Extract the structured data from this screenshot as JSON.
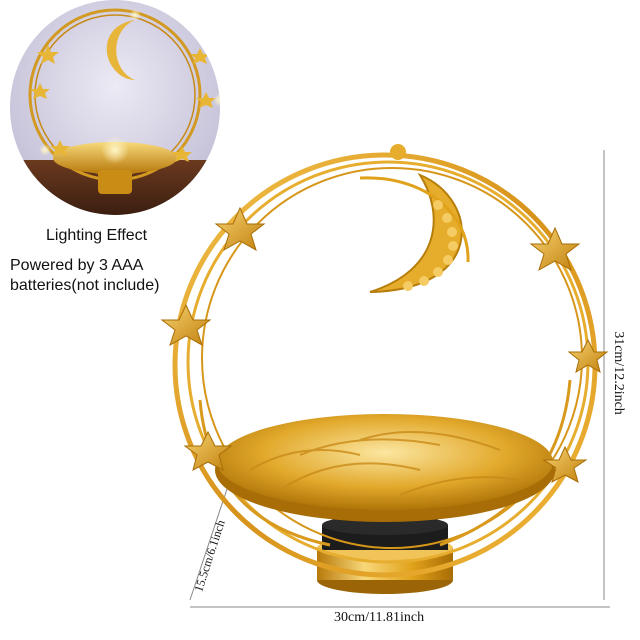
{
  "inset": {
    "caption": "Lighting Effect",
    "note_line1": "Powered by 3 AAA",
    "note_line2": "batteries(not include)"
  },
  "dimensions": {
    "width": "30cm/11.81inch",
    "height": "31cm/12.2inch",
    "base_height": "15.5cm/6.1inch"
  },
  "colors": {
    "gold": "#e0a21a",
    "gold_light": "#f6d271",
    "gold_dark": "#a86d06",
    "inset_bg": "#d6d3e6",
    "table_wood": "#5a2f1a"
  }
}
